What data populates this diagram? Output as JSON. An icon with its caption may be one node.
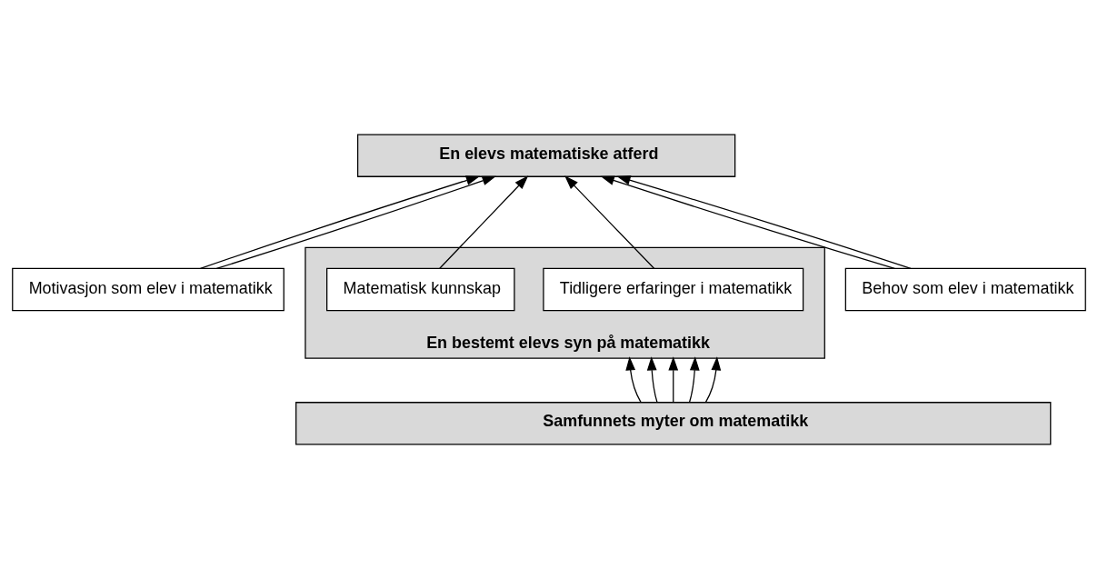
{
  "diagram": {
    "nodes": [
      {
        "text": [
          "En elevs matematiske atferd"
        ]
      },
      {
        "text": [
          "En bestemt elevs syn på matematikk"
        ]
      },
      {
        "text": [
          "Motivasjon som elev i matematikk"
        ]
      },
      {
        "text": [
          "Tidligere erfaringer i matematikk"
        ],
        "in": 1
      },
      {
        "text": [
          "Matematisk kunnskap"
        ],
        "in": 1
      },
      {
        "text": [
          "Behov som elev i matematikk"
        ]
      },
      {
        "text": [
          "Samfunnets myter om matematikk"
        ]
      }
    ],
    "edges": [
      {
        "from": 2,
        "to": 0,
        "arrow": "to"
      },
      {
        "from": 2,
        "to": 0,
        "arrow": "to"
      },
      {
        "from": 3,
        "to": 0,
        "arrow": "to"
      },
      {
        "from": 4,
        "to": 0,
        "arrow": "to"
      },
      {
        "from": 5,
        "to": 0,
        "arrow": "to"
      },
      {
        "from": 5,
        "to": 0,
        "arrow": "to"
      },
      {
        "from": 6,
        "to": 1,
        "arrow": "to"
      },
      {
        "from": 6,
        "to": 1,
        "arrow": "to"
      },
      {
        "from": 6,
        "to": 1,
        "arrow": "to"
      },
      {
        "from": 6,
        "to": 1,
        "arrow": "to"
      },
      {
        "from": 6,
        "to": 1,
        "arrow": "to"
      }
    ]
  }
}
